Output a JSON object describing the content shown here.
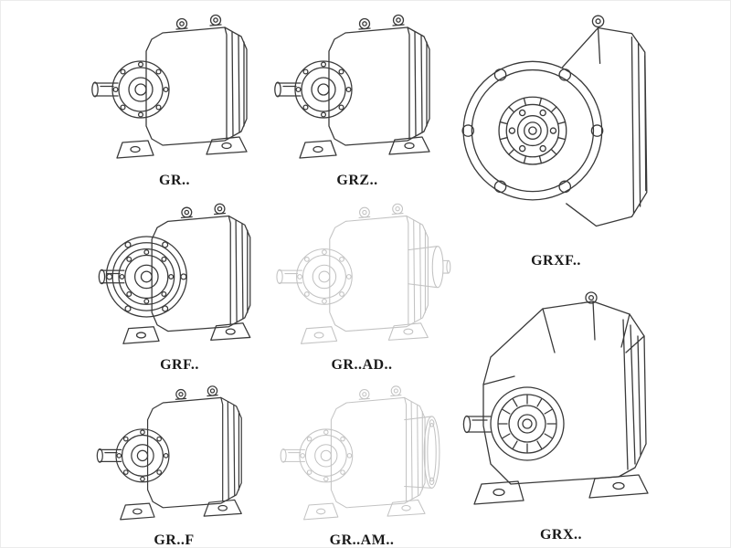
{
  "page": {
    "background": "#ffffff",
    "line_color": "#3a3a3a",
    "faded_line_color": "#c3c3c3",
    "label_color": "#1a1a1a"
  },
  "products": [
    {
      "label": "GR..",
      "variant": "solid",
      "drawing": "foot-mounted-helical-gear-reducer"
    },
    {
      "label": "GRZ..",
      "variant": "solid",
      "drawing": "foot-mounted-helical-gear-reducer"
    },
    {
      "label": "GRXF..",
      "variant": "solid",
      "drawing": "flange-mounted-helical-gear-reducer-front"
    },
    {
      "label": "GRF..",
      "variant": "solid",
      "drawing": "flange-mounted-helical-gear-reducer"
    },
    {
      "label": "GR..AD..",
      "variant": "faded",
      "drawing": "helical-gear-reducer-with-input-adapter"
    },
    {
      "label": "GRX..",
      "variant": "solid",
      "drawing": "large-foot-mounted-helical-gear-reducer"
    },
    {
      "label": "GR..F",
      "variant": "solid",
      "drawing": "foot-mounted-helical-gear-reducer"
    },
    {
      "label": "GR..AM..",
      "variant": "faded",
      "drawing": "helical-gear-reducer-with-motor-flange"
    }
  ]
}
